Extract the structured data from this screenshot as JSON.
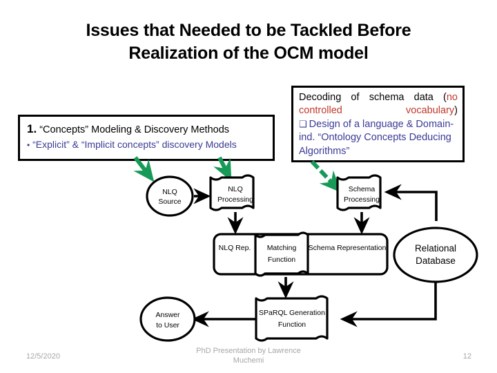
{
  "slide": {
    "title_line_1": "Issues that Needed to be Tackled Before",
    "title_line_2": "Realization of the OCM model",
    "title_color": "#000000"
  },
  "callout_left": {
    "name": "concepts-modeling-callout",
    "item_number": "1.",
    "line_1": "“Concepts” Modeling & Discovery Methods",
    "bullet_glyph": "•",
    "line_2": "“Explicit” & “Implicit concepts” discovery Models",
    "line_2_color": "#3a3a96",
    "border_color": "#000000"
  },
  "callout_right": {
    "name": "schema-decoding-callout",
    "line_1_part_a": "Decoding of schema data (",
    "line_1_part_b_red": "no controlled vocabulary",
    "line_1_part_c": ")",
    "red_color": "#c0392b",
    "bullet_glyph": "❑",
    "line_2": "Design of a language & Domain- ind. “Ontology Concepts Deducing Algorithms”",
    "line_2_color": "#3a3a96",
    "border_color": "#000000"
  },
  "diagram": {
    "accent_green": "#179a58",
    "stroke": "#000000",
    "nodes": [
      {
        "id": "nlq-source",
        "shape": "ellipse",
        "label_1": "NLQ",
        "label_2": "Source"
      },
      {
        "id": "nlq-processing",
        "shape": "flared-box",
        "label_1": "NLQ",
        "label_2": "Processing"
      },
      {
        "id": "schema-processing",
        "shape": "flared-box",
        "label_1": "Schema",
        "label_2": "Processing"
      },
      {
        "id": "nlq-rep",
        "shape": "text",
        "label_1": "NLQ Rep.",
        "label_2": ""
      },
      {
        "id": "matching-function",
        "shape": "flared-box",
        "label_1": "Matching",
        "label_2": "Function"
      },
      {
        "id": "schema-representation",
        "shape": "text",
        "label_1": "Schema Representation",
        "label_2": ""
      },
      {
        "id": "relational-database",
        "shape": "ellipse",
        "label_1": "Relational",
        "label_2": "Database"
      },
      {
        "id": "sparql-generation",
        "shape": "flared-box",
        "label_1": "SPaRQL Generation",
        "label_2": "Function"
      },
      {
        "id": "answer-to-user",
        "shape": "ellipse",
        "label_1": "Answer",
        "label_2": "to User"
      }
    ],
    "green_arrows": [
      {
        "id": "green-arrow-to-nlq-source",
        "style": "solid"
      },
      {
        "id": "green-arrow-to-nlq-processing",
        "style": "solid"
      },
      {
        "id": "green-arrow-to-schema-processing",
        "style": "dashed"
      }
    ]
  },
  "footer": {
    "date": "12/5/2020",
    "center_line_1": "PhD Presentation by Lawrence",
    "center_line_2": "Muchemi",
    "page_number": "12",
    "color": "#a6a6a6"
  }
}
